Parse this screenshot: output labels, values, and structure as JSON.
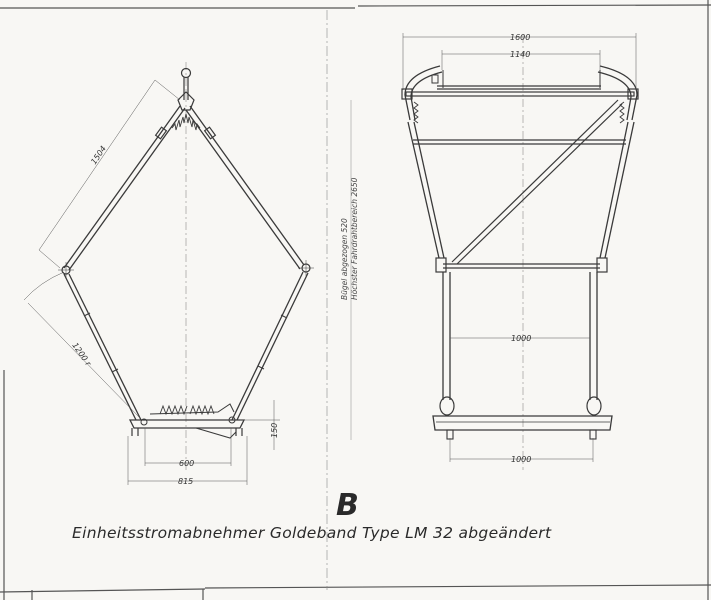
{
  "drawing": {
    "letter": "B",
    "caption": "Einheitsstromabnehmer  Goldeband  Type  LM 32 abgeändert",
    "side_view": {
      "dimensions": {
        "upper_arm": "1504",
        "lower_arm": "1200 r",
        "base_inner": "600",
        "base_outer": "815",
        "base_height": "150"
      }
    },
    "notes": {
      "line1": "Bügel abgezogen 520",
      "line2": "Höchster Fahrdrahtbereich 2650"
    },
    "front_view": {
      "dimensions": {
        "bow_outer": "1600",
        "bow_inner": "1140",
        "lower_frame": "1000",
        "base_width": "1000"
      }
    }
  },
  "colors": {
    "paper": "#f8f7f4",
    "ink": "#3a3a3a"
  }
}
